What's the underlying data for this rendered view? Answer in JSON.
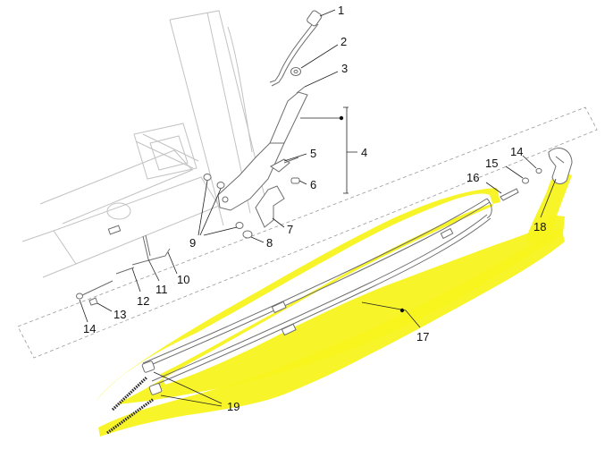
{
  "colors": {
    "highlight": "#f7f31d",
    "ghost": "#c2c2c2",
    "part": "#6d6d6d",
    "text": "#111111"
  },
  "callouts": {
    "c1": "1",
    "c2": "2",
    "c3": "3",
    "c4": "4",
    "c5": "5",
    "c6": "6",
    "c7": "7",
    "c8": "8",
    "c9": "9",
    "c10": "10",
    "c11": "11",
    "c12": "12",
    "c13": "13",
    "c14a": "14",
    "c14b": "14",
    "c15": "15",
    "c16": "16",
    "c17": "17",
    "c18": "18",
    "c19": "19"
  }
}
